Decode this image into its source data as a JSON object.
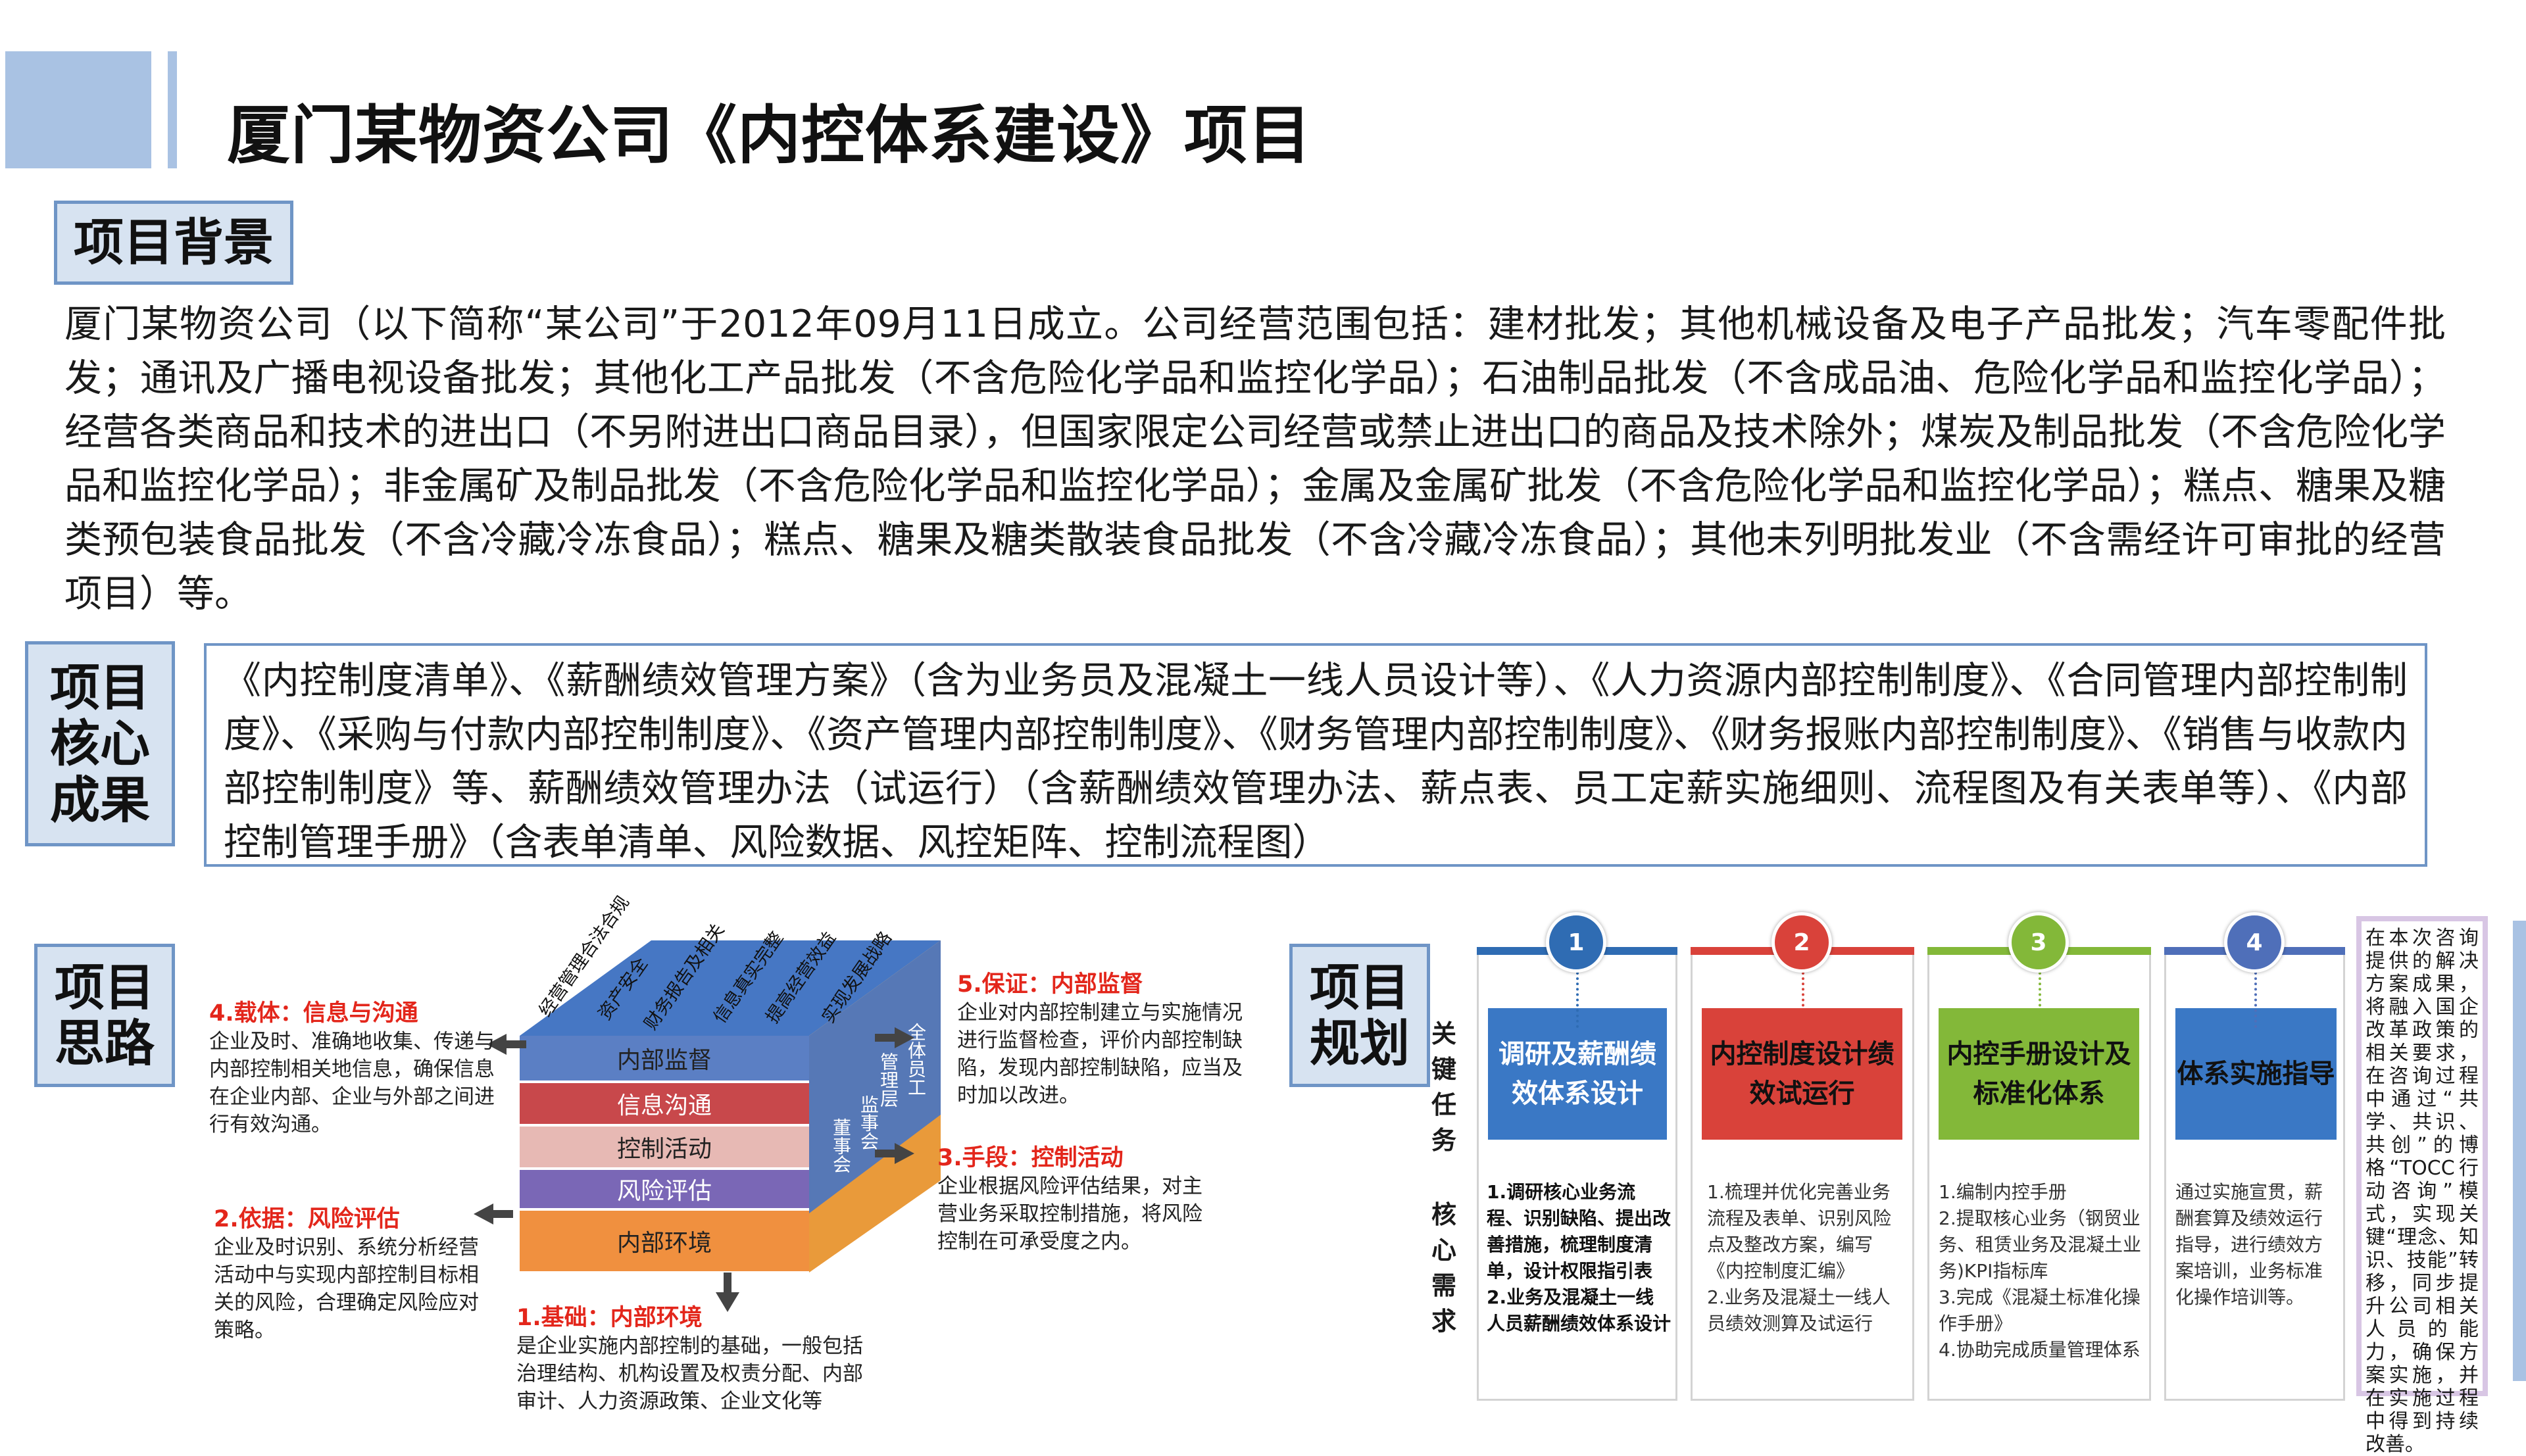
{
  "title": "厦门某物资公司《内控体系建设》项目",
  "background": {
    "label": "项目背景",
    "text": "厦门某物资公司（以下简称“某公司”于2012年09月11日成立。公司经营范围包括：建材批发；其他机械设备及电子产品批发；汽车零配件批发；通讯及广播电视设备批发；其他化工产品批发（不含危险化学品和监控化学品）；石油制品批发（不含成品油、危险化学品和监控化学品）；经营各类商品和技术的进出口（不另附进出口商品目录），但国家限定公司经营或禁止进出口的商品及技术除外；煤炭及制品批发（不含危险化学品和监控化学品）；非金属矿及制品批发（不含危险化学品和监控化学品）；金属及金属矿批发（不含危险化学品和监控化学品）；糕点、糖果及糖类预包装食品批发（不含冷藏冷冻食品）；糕点、糖果及糖类散装食品批发（不含冷藏冷冻食品）；其他未列明批发业（不含需经许可审批的经营项目）等。"
  },
  "core": {
    "label": "项目核心成果",
    "text": "《内控制度清单》、《薪酬绩效管理方案》（含为业务员及混凝土一线人员设计等）、《人力资源内部控制制度》、《合同管理内部控制制度》、《采购与付款内部控制制度》、《资产管理内部控制制度》、《财务管理内部控制制度》、《财务报账内部控制制度》、《销售与收款内部控制制度》等、薪酬绩效管理办法（试运行）（含薪酬绩效管理办法、薪点表、员工定薪实施细则、流程图及有关表单等）、《内部控制管理手册》（含表单清单、风险数据、风控矩阵、控制流程图）"
  },
  "idea": {
    "label": "项目思路",
    "top_labels": [
      "经营管理合法合规",
      "资产安全",
      "财务报告及相关",
      "信息真实完整",
      "提高经营效益",
      "实现发展战略"
    ],
    "layers": [
      "内部监督",
      "信息沟通",
      "控制活动",
      "风险评估",
      "内部环境"
    ],
    "side_labels": [
      "全体员工",
      "管理层",
      "监事会",
      "董事会"
    ],
    "notes": {
      "n1_title": "1.基础：内部环境",
      "n1_text": "是企业实施内部控制的基础，一般包括治理结构、机构设置及权责分配、内部审计、人力资源政策、企业文化等",
      "n2_title": "2.依据：风险评估",
      "n2_text": "企业及时识别、系统分析经营活动中与实现内部控制目标相关的风险，合理确定风险应对策略。",
      "n3_title": "3.手段：控制活动",
      "n3_text": "企业根据风险评估结果，对主营业务采取控制措施，将风险控制在可承受度之内。",
      "n4_title": "4.载体：信息与沟通",
      "n4_text": "企业及时、准确地收集、传递与内部控制相关地信息，确保信息在企业内部、企业与外部之间进行有效沟通。",
      "n5_title": "5.保证：内部监督",
      "n5_text": "企业对内部控制建立与实施情况进行监督检查，评价内部控制缺陷，发现内部控制缺陷，应当及时加以改进。"
    }
  },
  "plan": {
    "label": "项目规划",
    "row_label_task": "关键任务",
    "row_label_req": "核心需求",
    "steps": [
      {
        "num": "1",
        "task": "调研及薪酬绩效体系设计",
        "req": "1.调研核心业务流程、识别缺陷、提出改善措施，梳理制度清单，设计权限指引表\n2.业务及混凝土一线人员薪酬绩效体系设计"
      },
      {
        "num": "2",
        "task": "内控制度设计绩效试运行",
        "req": "1.梳理并优化完善业务流程及表单、识别风险点及整改方案，编写《内控制度汇编》\n2.业务及混凝土一线人员绩效测算及试运行"
      },
      {
        "num": "3",
        "task": "内控手册设计及标准化体系",
        "req": "1.编制内控手册\n2.提取核心业务（钢贸业务、租赁业务及混凝土业务)KPI指标库\n3.完成《混凝土标准化操作手册》\n4.协助完成质量管理体系"
      },
      {
        "num": "4",
        "task": "体系实施指导",
        "req": "通过实施宣贯，薪酬套算及绩效运行指导，进行绩效方案培训，业务标准化操作培训等。"
      }
    ],
    "tocc_text": "在本次咨询提供的解决方案成果，将融入国企改革政策的相关要求，在咨询过程中通过“共学、共识、共创”的博格“TOCC行动咨询”模式，实现关键“理念、知识、技能”转移，同步提升公司相关人员的能力，确保方案实施，并在实施过程中得到持续改善。"
  },
  "colors": {
    "accent": "#a9c2e3",
    "label_border": "#6f95c6",
    "red": "#e3261b",
    "step1": "#2f6cb3",
    "step2": "#d9423a",
    "step3": "#83b839",
    "step4": "#4f6fb9"
  }
}
